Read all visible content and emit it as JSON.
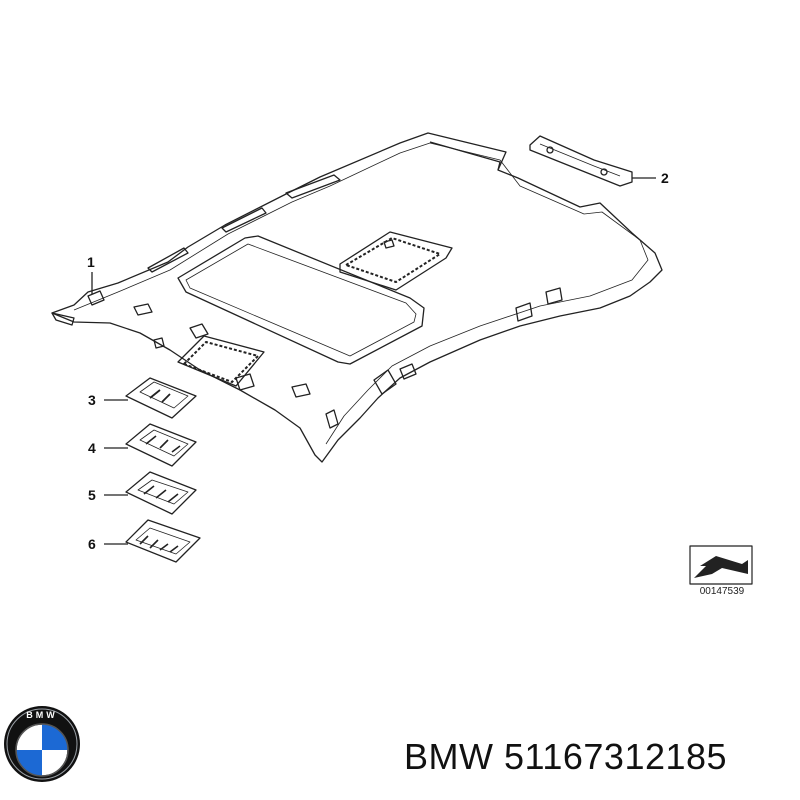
{
  "callouts": {
    "c1": "1",
    "c2": "2",
    "c3": "3",
    "c4": "4",
    "c5": "5",
    "c6": "6"
  },
  "diagram_id": "00147539",
  "caption": {
    "brand": "BMW",
    "part_number": "51167312185"
  },
  "logo": {
    "text": "BMW",
    "colors": {
      "blue": "#1c69d4",
      "white": "#ffffff",
      "ring": "#111111"
    }
  }
}
